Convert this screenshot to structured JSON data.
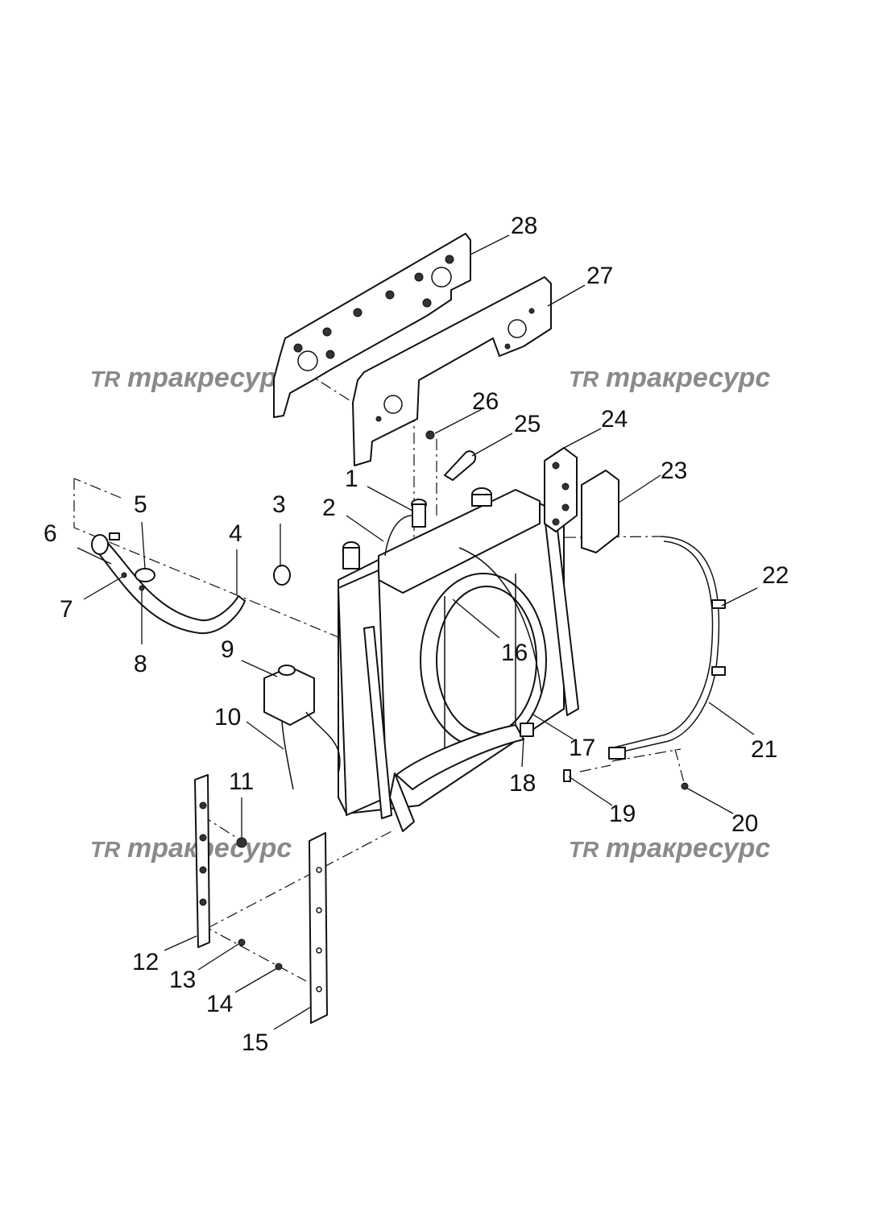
{
  "watermark": {
    "logo": "TR",
    "text": "тракресурс"
  },
  "callouts": [
    {
      "id": "1",
      "label": "1"
    },
    {
      "id": "2",
      "label": "2"
    },
    {
      "id": "3",
      "label": "3"
    },
    {
      "id": "4",
      "label": "4"
    },
    {
      "id": "5",
      "label": "5"
    },
    {
      "id": "6",
      "label": "6"
    },
    {
      "id": "7",
      "label": "7"
    },
    {
      "id": "8",
      "label": "8"
    },
    {
      "id": "9",
      "label": "9"
    },
    {
      "id": "10",
      "label": "10"
    },
    {
      "id": "11",
      "label": "11"
    },
    {
      "id": "12",
      "label": "12"
    },
    {
      "id": "13",
      "label": "13"
    },
    {
      "id": "14",
      "label": "14"
    },
    {
      "id": "15",
      "label": "15"
    },
    {
      "id": "16",
      "label": "16"
    },
    {
      "id": "17",
      "label": "17"
    },
    {
      "id": "18",
      "label": "18"
    },
    {
      "id": "19",
      "label": "19"
    },
    {
      "id": "20",
      "label": "20"
    },
    {
      "id": "21",
      "label": "21"
    },
    {
      "id": "22",
      "label": "22"
    },
    {
      "id": "23",
      "label": "23"
    },
    {
      "id": "24",
      "label": "24"
    },
    {
      "id": "25",
      "label": "25"
    },
    {
      "id": "26",
      "label": "26"
    },
    {
      "id": "27",
      "label": "27"
    },
    {
      "id": "28",
      "label": "28"
    }
  ]
}
